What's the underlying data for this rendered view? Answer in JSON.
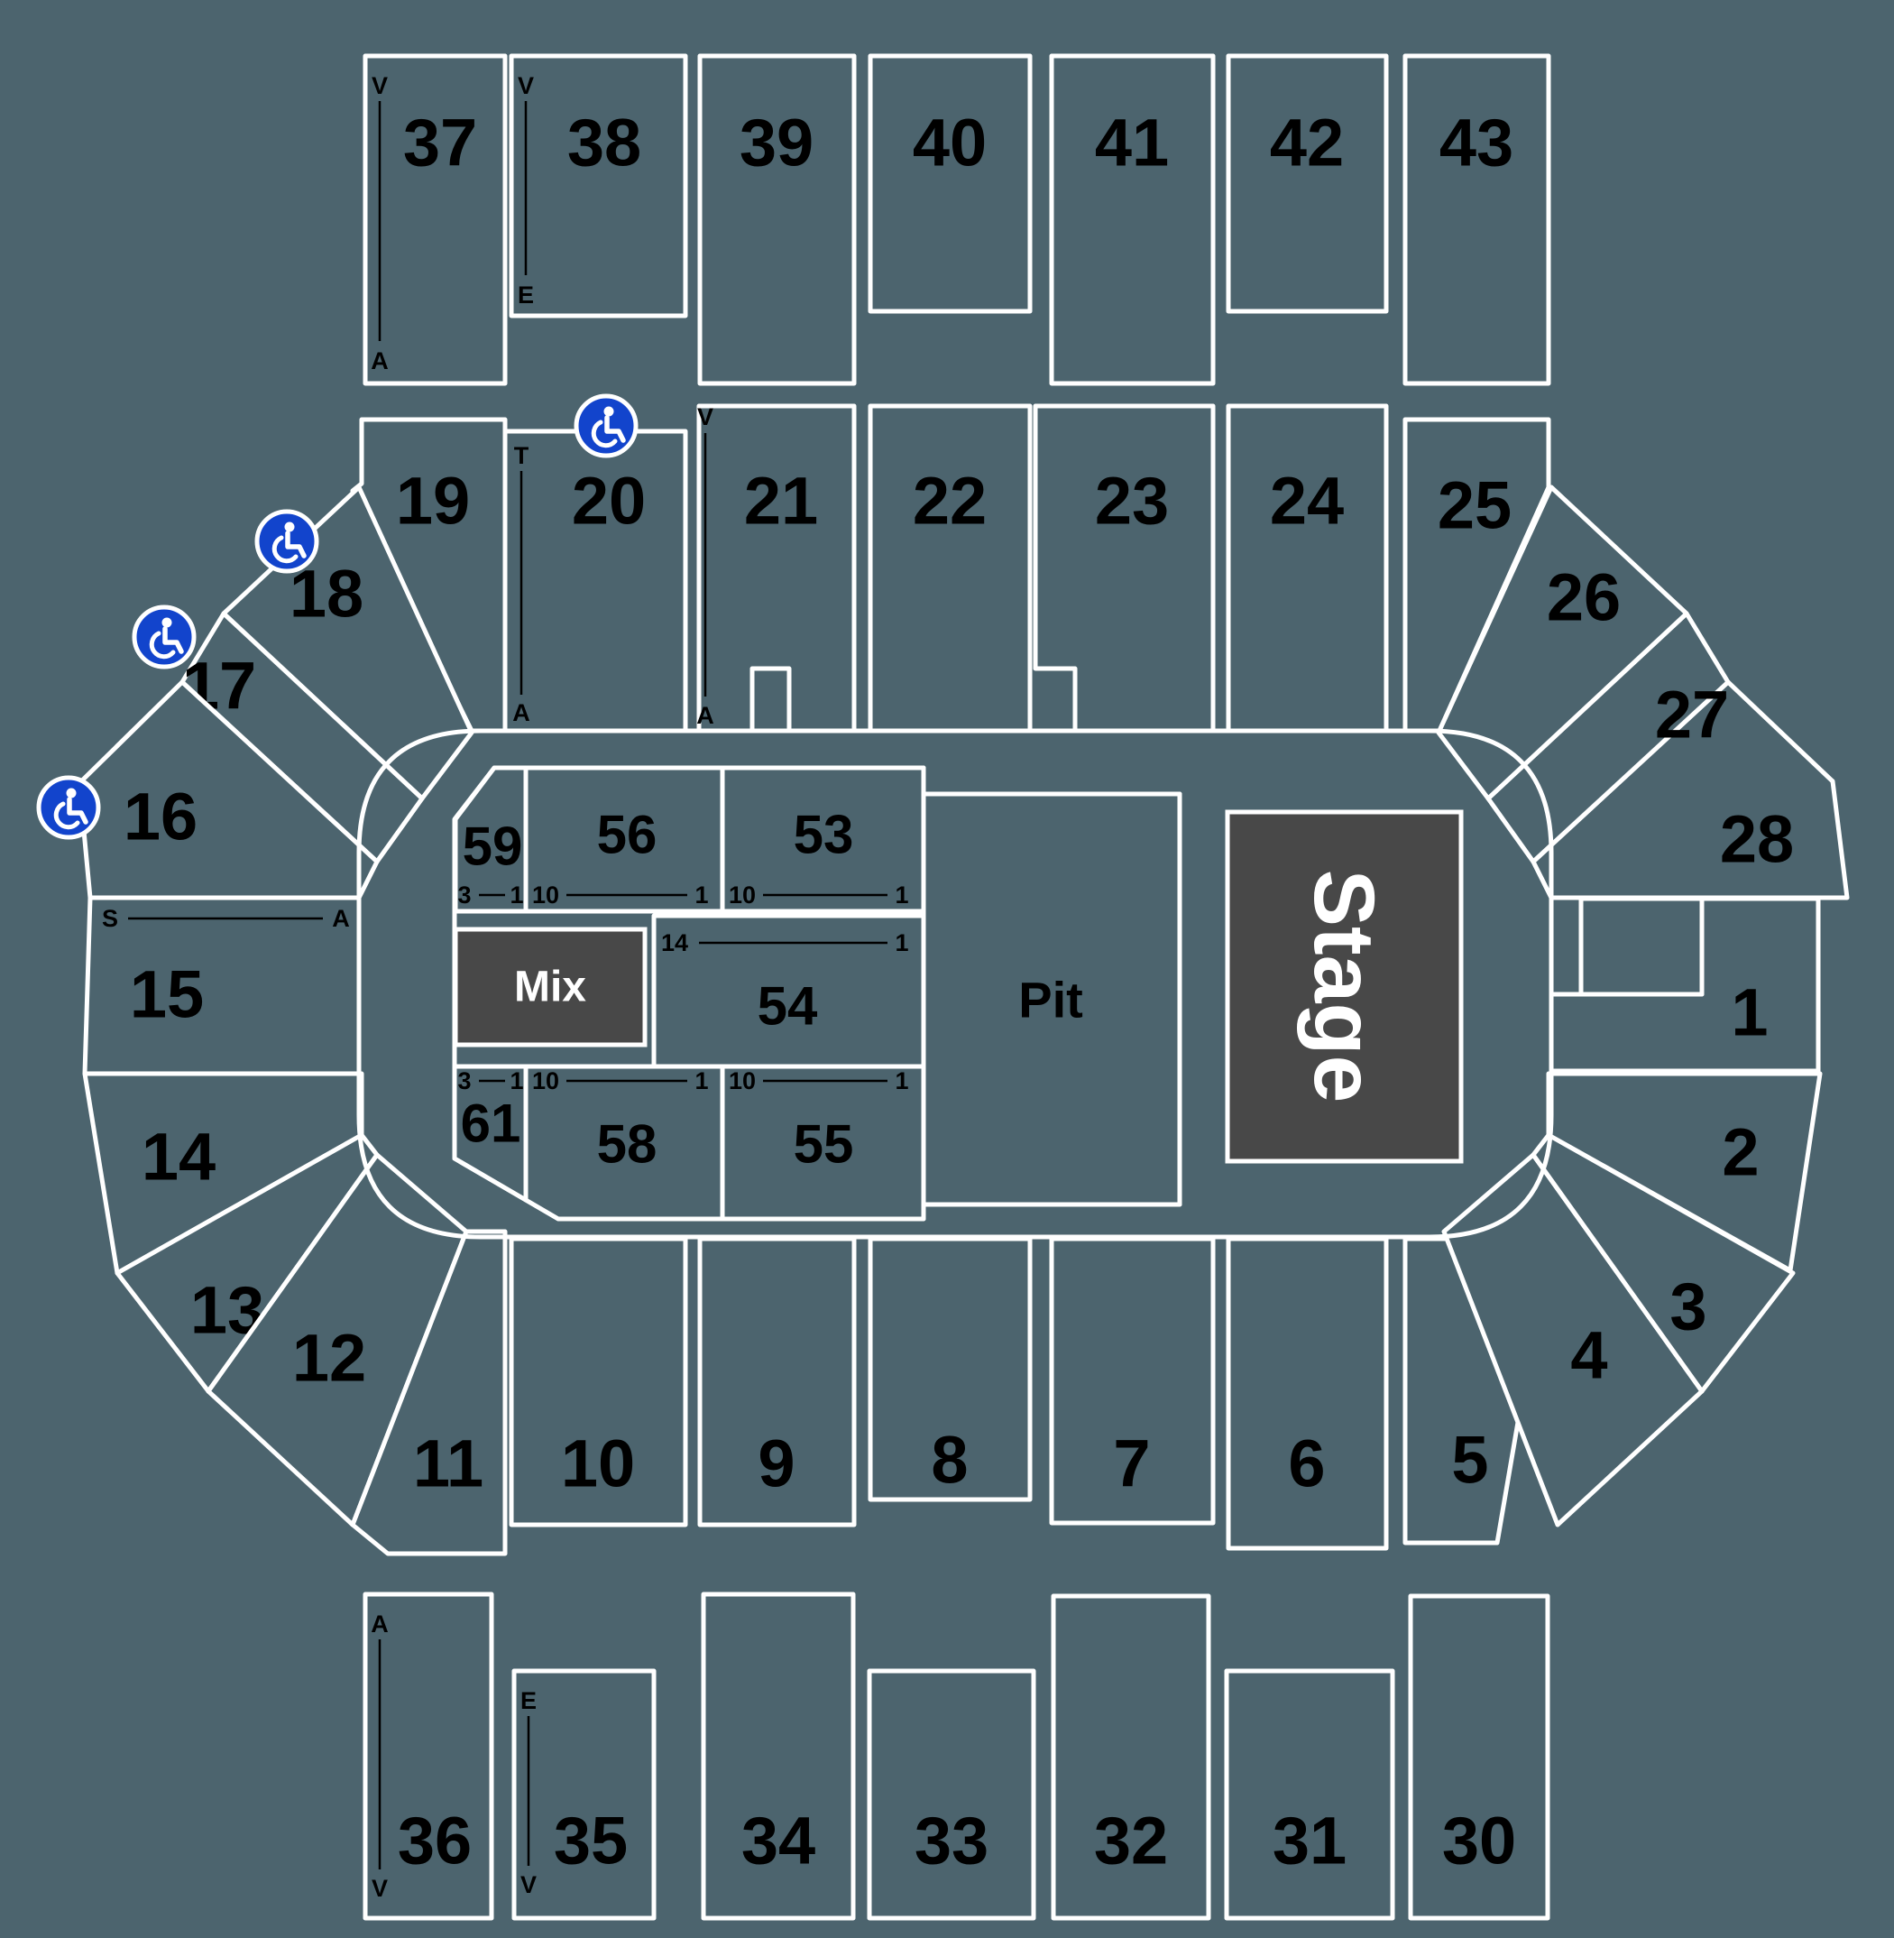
{
  "colors": {
    "background": "#4c646e",
    "section_fill": "#4c646e",
    "section_stroke": "#ffffff",
    "stage_fill": "#484848",
    "label_color": "#000000",
    "accessible_blue": "#1244cc"
  },
  "stage": {
    "label": "Stage"
  },
  "pit": {
    "label": "Pit"
  },
  "mix": {
    "label": "Mix"
  },
  "sections": {
    "1": "1",
    "2": "2",
    "3": "3",
    "4": "4",
    "5": "5",
    "6": "6",
    "7": "7",
    "8": "8",
    "9": "9",
    "10": "10",
    "11": "11",
    "12": "12",
    "13": "13",
    "14": "14",
    "15": "15",
    "16": "16",
    "17": "17",
    "18": "18",
    "19": "19",
    "20": "20",
    "21": "21",
    "22": "22",
    "23": "23",
    "24": "24",
    "25": "25",
    "26": "26",
    "27": "27",
    "28": "28",
    "30": "30",
    "31": "31",
    "32": "32",
    "33": "33",
    "34": "34",
    "35": "35",
    "36": "36",
    "37": "37",
    "38": "38",
    "39": "39",
    "40": "40",
    "41": "41",
    "42": "42",
    "43": "43",
    "53": "53",
    "54": "54",
    "55": "55",
    "56": "56",
    "58": "58",
    "59": "59",
    "61": "61"
  },
  "rows": {
    "s37_top": "V",
    "s37_bottom": "A",
    "s38_top": "V",
    "s38_bottom": "E",
    "s20_top": "T",
    "s20_bottom": "A",
    "s21_top": "V",
    "s21_bottom": "A",
    "s15_left": "S",
    "s15_right": "A",
    "s36_top": "A",
    "s36_bottom": "V",
    "s35_top": "E",
    "s35_bottom": "V",
    "r59_left": "3",
    "r59_right": "1",
    "r56_left": "10",
    "r56_right": "1",
    "r53_left": "10",
    "r53_right": "1",
    "r54_left": "14",
    "r54_right": "1",
    "r61_left": "3",
    "r61_right": "1",
    "r58_left": "10",
    "r58_right": "1",
    "r55_left": "10",
    "r55_right": "1"
  }
}
